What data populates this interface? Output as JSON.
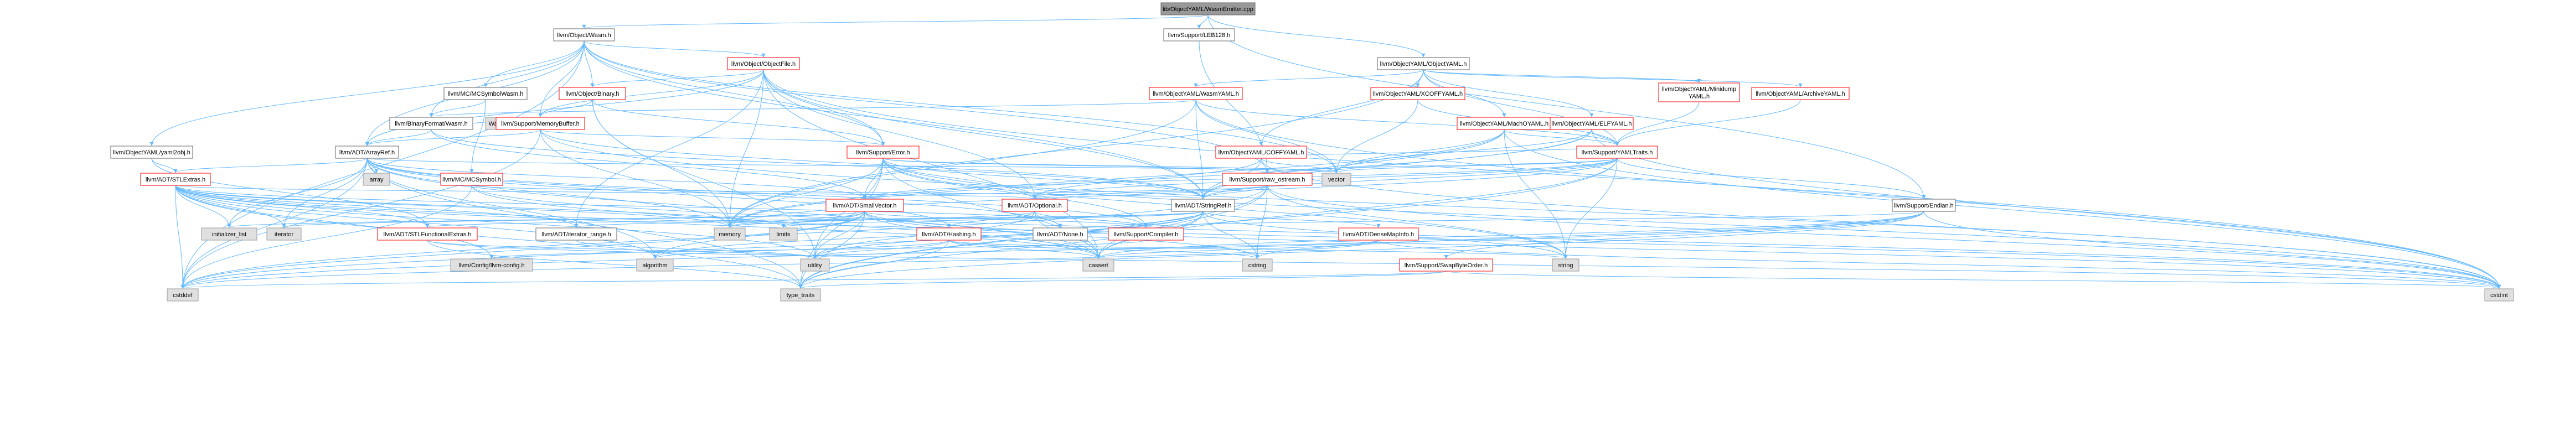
{
  "colors": {
    "root_fill": "#999999",
    "root_border": "#666666",
    "node_fill": "#ffffff",
    "node_border_black": "#666666",
    "node_border_red": "#ff0000",
    "external_fill": "#e0e0e0",
    "external_border": "#999999",
    "edge": "#63b8ff",
    "edge_arrow": "#63b8ff",
    "text": "#000000"
  },
  "nodes": [
    {
      "id": "root",
      "label": "lib/ObjectYAML/WasmEmitter.cpp",
      "kind": "root"
    },
    {
      "id": "objwasm",
      "label": "llvm/Object/Wasm.h",
      "kind": "black"
    },
    {
      "id": "leb",
      "label": "llvm/Support/LEB128.h",
      "kind": "black"
    },
    {
      "id": "objyaml",
      "label": "llvm/ObjectYAML/ObjectYAML.h",
      "kind": "black"
    },
    {
      "id": "objfile",
      "label": "llvm/Object/ObjectFile.h",
      "kind": "red"
    },
    {
      "id": "objbinary",
      "label": "llvm/Object/Binary.h",
      "kind": "red"
    },
    {
      "id": "mcsymwasm",
      "label": "llvm/MC/MCSymbolWasm.h",
      "kind": "black"
    },
    {
      "id": "binfmtwasm",
      "label": "llvm/BinaryFormat/Wasm.h",
      "kind": "black"
    },
    {
      "id": "wasmreloc",
      "label": "WasmRelocs.def",
      "kind": "external"
    },
    {
      "id": "memorybuf",
      "label": "llvm/Support/MemoryBuffer.h",
      "kind": "red"
    },
    {
      "id": "yamlh",
      "label": "llvm/ObjectYAML/yaml2obj.h",
      "kind": "black"
    },
    {
      "id": "arrayref",
      "label": "llvm/ADT/ArrayRef.h",
      "kind": "black"
    },
    {
      "id": "stlextras",
      "label": "llvm/ADT/STLExtras.h",
      "kind": "red"
    },
    {
      "id": "array",
      "label": "array",
      "kind": "external"
    },
    {
      "id": "mcsymbol",
      "label": "llvm/MC/MCSymbol.h",
      "kind": "red"
    },
    {
      "id": "supporterror",
      "label": "llvm/Support/Error.h",
      "kind": "red"
    },
    {
      "id": "wasmyaml",
      "label": "llvm/ObjectYAML/WasmYAML.h",
      "kind": "red"
    },
    {
      "id": "xcoffyaml",
      "label": "llvm/ObjectYAML/XCOFFYAML.h",
      "kind": "red"
    },
    {
      "id": "machoyaml",
      "label": "llvm/ObjectYAML/MachOYAML.h",
      "kind": "red"
    },
    {
      "id": "coffyaml",
      "label": "llvm/ObjectYAML/COFFYAML.h",
      "kind": "red"
    },
    {
      "id": "elfyaml",
      "label": "llvm/ObjectYAML/ELFYAML.h",
      "kind": "red"
    },
    {
      "id": "minidumpyaml",
      "label": "llvm/ObjectYAML/Minidump\nYAML.h",
      "kind": "red"
    },
    {
      "id": "archiveyaml",
      "label": "llvm/ObjectYAML/ArchiveYAML.h",
      "kind": "red"
    },
    {
      "id": "yamltraits",
      "label": "llvm/Support/YAMLTraits.h",
      "kind": "red"
    },
    {
      "id": "rawostream",
      "label": "llvm/Support/raw_ostream.h",
      "kind": "red"
    },
    {
      "id": "smallvector",
      "label": "llvm/ADT/SmallVector.h",
      "kind": "red"
    },
    {
      "id": "optional",
      "label": "llvm/ADT/Optional.h",
      "kind": "red"
    },
    {
      "id": "stringref",
      "label": "llvm/ADT/StringRef.h",
      "kind": "black"
    },
    {
      "id": "endian",
      "label": "llvm/Support/Endian.h",
      "kind": "black"
    },
    {
      "id": "vector",
      "label": "vector",
      "kind": "external"
    },
    {
      "id": "stlfunc",
      "label": "llvm/ADT/STLFunctionalExtras.h",
      "kind": "red"
    },
    {
      "id": "iterrange",
      "label": "llvm/ADT/iterator_range.h",
      "kind": "black"
    },
    {
      "id": "hashing",
      "label": "llvm/ADT/Hashing.h",
      "kind": "red"
    },
    {
      "id": "none",
      "label": "llvm/ADT/None.h",
      "kind": "black"
    },
    {
      "id": "compiler",
      "label": "llvm/Support/Compiler.h",
      "kind": "red"
    },
    {
      "id": "densemapinfo",
      "label": "llvm/ADT/DenseMapInfo.h",
      "kind": "red"
    },
    {
      "id": "swapbyte",
      "label": "llvm/Support/SwapByteOrder.h",
      "kind": "red"
    },
    {
      "id": "initlist",
      "label": "initializer_list",
      "kind": "external"
    },
    {
      "id": "iterator",
      "label": "iterator",
      "kind": "external"
    },
    {
      "id": "memory",
      "label": "memory",
      "kind": "external"
    },
    {
      "id": "limits",
      "label": "limits",
      "kind": "external"
    },
    {
      "id": "llvmconfig",
      "label": "llvm/Config/llvm-config.h",
      "kind": "external"
    },
    {
      "id": "algorithm",
      "label": "algorithm",
      "kind": "external"
    },
    {
      "id": "utility",
      "label": "utility",
      "kind": "external"
    },
    {
      "id": "cassert",
      "label": "cassert",
      "kind": "external"
    },
    {
      "id": "cstring",
      "label": "cstring",
      "kind": "external"
    },
    {
      "id": "string",
      "label": "string",
      "kind": "external"
    },
    {
      "id": "cstddef",
      "label": "cstddef",
      "kind": "external"
    },
    {
      "id": "typetraits",
      "label": "type_traits",
      "kind": "external"
    },
    {
      "id": "cstdint",
      "label": "cstdint",
      "kind": "external"
    }
  ],
  "edges": [
    [
      "root",
      "objwasm"
    ],
    [
      "root",
      "leb"
    ],
    [
      "root",
      "objyaml"
    ],
    [
      "root",
      "endian"
    ],
    [
      "objwasm",
      "objfile"
    ],
    [
      "objwasm",
      "objbinary"
    ],
    [
      "objwasm",
      "mcsymwasm"
    ],
    [
      "objwasm",
      "binfmtwasm"
    ],
    [
      "objwasm",
      "memorybuf"
    ],
    [
      "objwasm",
      "supporterror"
    ],
    [
      "objwasm",
      "arrayref"
    ],
    [
      "objwasm",
      "stringref"
    ],
    [
      "objwasm",
      "vector"
    ],
    [
      "objwasm",
      "cstddef"
    ],
    [
      "objwasm",
      "yamlh"
    ],
    [
      "objwasm",
      "rawostream"
    ],
    [
      "leb",
      "rawostream"
    ],
    [
      "objyaml",
      "wasmyaml"
    ],
    [
      "objyaml",
      "xcoffyaml"
    ],
    [
      "objyaml",
      "machoyaml"
    ],
    [
      "objyaml",
      "coffyaml"
    ],
    [
      "objyaml",
      "elfyaml"
    ],
    [
      "objyaml",
      "minidumpyaml"
    ],
    [
      "objyaml",
      "archiveyaml"
    ],
    [
      "objyaml",
      "yamltraits"
    ],
    [
      "objyaml",
      "memory"
    ],
    [
      "objfile",
      "objbinary"
    ],
    [
      "objfile",
      "memorybuf"
    ],
    [
      "objfile",
      "supporterror"
    ],
    [
      "objfile",
      "arrayref"
    ],
    [
      "objfile",
      "stringref"
    ],
    [
      "objfile",
      "iterrange"
    ],
    [
      "objfile",
      "cassert"
    ],
    [
      "objfile",
      "cstdint"
    ],
    [
      "objfile",
      "memory"
    ],
    [
      "objfile",
      "optional"
    ],
    [
      "objbinary",
      "memorybuf"
    ],
    [
      "objbinary",
      "supporterror"
    ],
    [
      "objbinary",
      "memory"
    ],
    [
      "objbinary",
      "utility"
    ],
    [
      "mcsymwasm",
      "binfmtwasm"
    ],
    [
      "mcsymwasm",
      "mcsymbol"
    ],
    [
      "binfmtwasm",
      "arrayref"
    ],
    [
      "binfmtwasm",
      "stringref"
    ],
    [
      "binfmtwasm",
      "wasmreloc"
    ],
    [
      "binfmtwasm",
      "smallvector"
    ],
    [
      "memorybuf",
      "arrayref"
    ],
    [
      "memorybuf",
      "stringref"
    ],
    [
      "memorybuf",
      "supporterror"
    ],
    [
      "memorybuf",
      "cstddef"
    ],
    [
      "memorybuf",
      "cstdint"
    ],
    [
      "memorybuf",
      "memory"
    ],
    [
      "yamlh",
      "stlfunc"
    ],
    [
      "yamlh",
      "stlextras"
    ],
    [
      "arrayref",
      "stlextras"
    ],
    [
      "arrayref",
      "smallvector"
    ],
    [
      "arrayref",
      "hashing"
    ],
    [
      "arrayref",
      "none"
    ],
    [
      "arrayref",
      "compiler"
    ],
    [
      "arrayref",
      "algorithm"
    ],
    [
      "arrayref",
      "array"
    ],
    [
      "arrayref",
      "cassert"
    ],
    [
      "arrayref",
      "cstddef"
    ],
    [
      "arrayref",
      "initlist"
    ],
    [
      "arrayref",
      "iterator"
    ],
    [
      "arrayref",
      "memory"
    ],
    [
      "arrayref",
      "typetraits"
    ],
    [
      "arrayref",
      "vector"
    ],
    [
      "stlextras",
      "stlfunc"
    ],
    [
      "stlextras",
      "iterrange"
    ],
    [
      "stlextras",
      "compiler"
    ],
    [
      "stlextras",
      "llvmconfig"
    ],
    [
      "stlextras",
      "algorithm"
    ],
    [
      "stlextras",
      "cassert"
    ],
    [
      "stlextras",
      "cstddef"
    ],
    [
      "stlextras",
      "cstdint"
    ],
    [
      "stlextras",
      "initlist"
    ],
    [
      "stlextras",
      "iterator"
    ],
    [
      "stlextras",
      "limits"
    ],
    [
      "stlextras",
      "memory"
    ],
    [
      "stlextras",
      "typetraits"
    ],
    [
      "stlextras",
      "utility"
    ],
    [
      "stlextras",
      "optional"
    ],
    [
      "mcsymbol",
      "stringref"
    ],
    [
      "mcsymbol",
      "cassert"
    ],
    [
      "mcsymbol",
      "cstddef"
    ],
    [
      "mcsymbol",
      "cstdint"
    ],
    [
      "supporterror",
      "stringref"
    ],
    [
      "supporterror",
      "compiler"
    ],
    [
      "supporterror",
      "rawostream"
    ],
    [
      "supporterror",
      "smallvector"
    ],
    [
      "supporterror",
      "optional"
    ],
    [
      "supporterror",
      "cassert"
    ],
    [
      "supporterror",
      "cstdint"
    ],
    [
      "supporterror",
      "memory"
    ],
    [
      "supporterror",
      "string"
    ],
    [
      "supporterror",
      "typetraits"
    ],
    [
      "supporterror",
      "utility"
    ],
    [
      "supporterror",
      "vector"
    ],
    [
      "wasmyaml",
      "binfmtwasm"
    ],
    [
      "wasmyaml",
      "yamltraits"
    ],
    [
      "wasmyaml",
      "stringref"
    ],
    [
      "wasmyaml",
      "cstdint"
    ],
    [
      "wasmyaml",
      "memory"
    ],
    [
      "wasmyaml",
      "vector"
    ],
    [
      "xcoffyaml",
      "yamltraits"
    ],
    [
      "xcoffyaml",
      "vector"
    ],
    [
      "machoyaml",
      "yamltraits"
    ],
    [
      "machoyaml",
      "stringref"
    ],
    [
      "machoyaml",
      "cstdint"
    ],
    [
      "machoyaml",
      "memory"
    ],
    [
      "machoyaml",
      "string"
    ],
    [
      "machoyaml",
      "vector"
    ],
    [
      "coffyaml",
      "yamltraits"
    ],
    [
      "coffyaml",
      "stringref"
    ],
    [
      "coffyaml",
      "optional"
    ],
    [
      "coffyaml",
      "cstdint"
    ],
    [
      "coffyaml",
      "vector"
    ],
    [
      "elfyaml",
      "yamltraits"
    ],
    [
      "elfyaml",
      "stringref"
    ],
    [
      "elfyaml",
      "cstdint"
    ],
    [
      "elfyaml",
      "memory"
    ],
    [
      "elfyaml",
      "vector"
    ],
    [
      "minidumpyaml",
      "yamltraits"
    ],
    [
      "archiveyaml",
      "yamltraits"
    ],
    [
      "yamltraits",
      "stringref"
    ],
    [
      "yamltraits",
      "smallvector"
    ],
    [
      "yamltraits",
      "optional"
    ],
    [
      "yamltraits",
      "endian"
    ],
    [
      "yamltraits",
      "vector"
    ],
    [
      "yamltraits",
      "cassert"
    ],
    [
      "yamltraits",
      "map"
    ],
    [
      "yamltraits",
      "memory"
    ],
    [
      "yamltraits",
      "string"
    ],
    [
      "yamltraits",
      "system_error"
    ],
    [
      "yamltraits",
      "typetraits"
    ],
    [
      "yamltraits",
      "rawostream"
    ],
    [
      "rawostream",
      "stringref"
    ],
    [
      "rawostream",
      "cassert"
    ],
    [
      "rawostream",
      "cstddef"
    ],
    [
      "rawostream",
      "cstdint"
    ],
    [
      "rawostream",
      "cstring"
    ],
    [
      "rawostream",
      "optional"
    ],
    [
      "rawostream",
      "string"
    ],
    [
      "rawostream",
      "typetraits"
    ],
    [
      "rawostream",
      "smallvector"
    ],
    [
      "smallvector",
      "compiler"
    ],
    [
      "smallvector",
      "algorithm"
    ],
    [
      "smallvector",
      "cassert"
    ],
    [
      "smallvector",
      "cstddef"
    ],
    [
      "smallvector",
      "cstdint"
    ],
    [
      "smallvector",
      "cstring"
    ],
    [
      "smallvector",
      "initlist"
    ],
    [
      "smallvector",
      "iterator"
    ],
    [
      "smallvector",
      "limits"
    ],
    [
      "smallvector",
      "memory"
    ],
    [
      "smallvector",
      "typetraits"
    ],
    [
      "smallvector",
      "utility"
    ],
    [
      "optional",
      "hashing"
    ],
    [
      "optional",
      "none"
    ],
    [
      "optional",
      "compiler"
    ],
    [
      "optional",
      "cassert"
    ],
    [
      "optional",
      "memory"
    ],
    [
      "optional",
      "utility"
    ],
    [
      "stringref",
      "densemapinfo"
    ],
    [
      "stringref",
      "stlfunc"
    ],
    [
      "stringref",
      "iterrange"
    ],
    [
      "stringref",
      "compiler"
    ],
    [
      "stringref",
      "algorithm"
    ],
    [
      "stringref",
      "cassert"
    ],
    [
      "stringref",
      "cstddef"
    ],
    [
      "stringref",
      "cstring"
    ],
    [
      "stringref",
      "limits"
    ],
    [
      "stringref",
      "string"
    ],
    [
      "stringref",
      "typetraits"
    ],
    [
      "stringref",
      "utility"
    ],
    [
      "endian",
      "compiler"
    ],
    [
      "endian",
      "swapbyte"
    ],
    [
      "endian",
      "cassert"
    ],
    [
      "endian",
      "cstddef"
    ],
    [
      "endian",
      "cstdint"
    ],
    [
      "endian",
      "cstring"
    ],
    [
      "endian",
      "typetraits"
    ],
    [
      "stlfunc",
      "typetraits"
    ],
    [
      "stlfunc",
      "utility"
    ],
    [
      "stlfunc",
      "cstdint"
    ],
    [
      "iterrange",
      "utility"
    ],
    [
      "hashing",
      "compiler"
    ],
    [
      "hashing",
      "algorithm"
    ],
    [
      "hashing",
      "cassert"
    ],
    [
      "hashing",
      "cstring"
    ],
    [
      "hashing",
      "string"
    ],
    [
      "hashing",
      "typetraits"
    ],
    [
      "hashing",
      "utility"
    ],
    [
      "compiler",
      "llvmconfig"
    ],
    [
      "densemapinfo",
      "cassert"
    ],
    [
      "densemapinfo",
      "cstddef"
    ],
    [
      "densemapinfo",
      "cstdint"
    ],
    [
      "densemapinfo",
      "utility"
    ],
    [
      "swapbyte",
      "cstddef"
    ],
    [
      "swapbyte",
      "cstdint"
    ],
    [
      "swapbyte",
      "typetraits"
    ]
  ]
}
